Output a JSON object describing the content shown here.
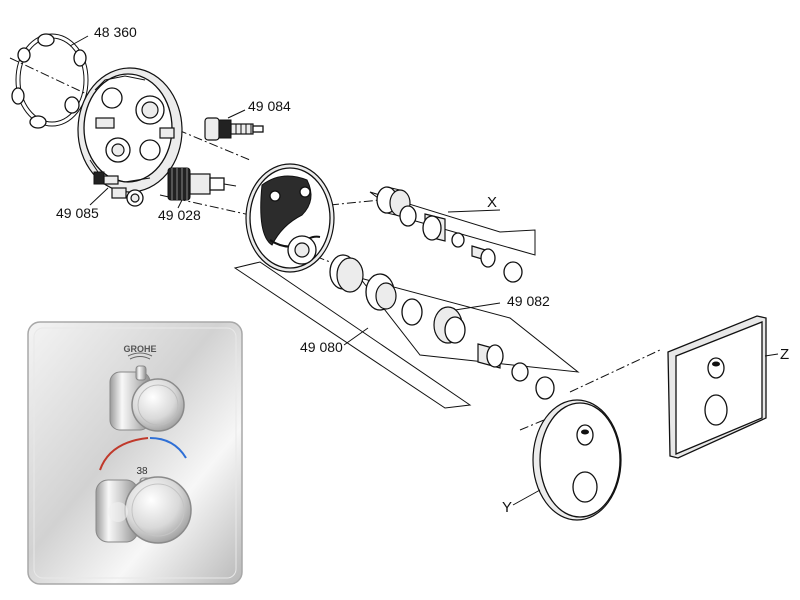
{
  "diagram": {
    "part_labels": {
      "seal_ring": "48 360",
      "cartridge_top": "49 084",
      "cartridge_small": "49 085",
      "cartridge_main": "49 028",
      "group_x": "X",
      "group_bottom": "49 082",
      "group_left": "49 080",
      "escutcheon_round": "Y",
      "escutcheon_square": "Z"
    },
    "product_photo": {
      "brand": "GROHE",
      "temperature_marking": "38"
    }
  }
}
